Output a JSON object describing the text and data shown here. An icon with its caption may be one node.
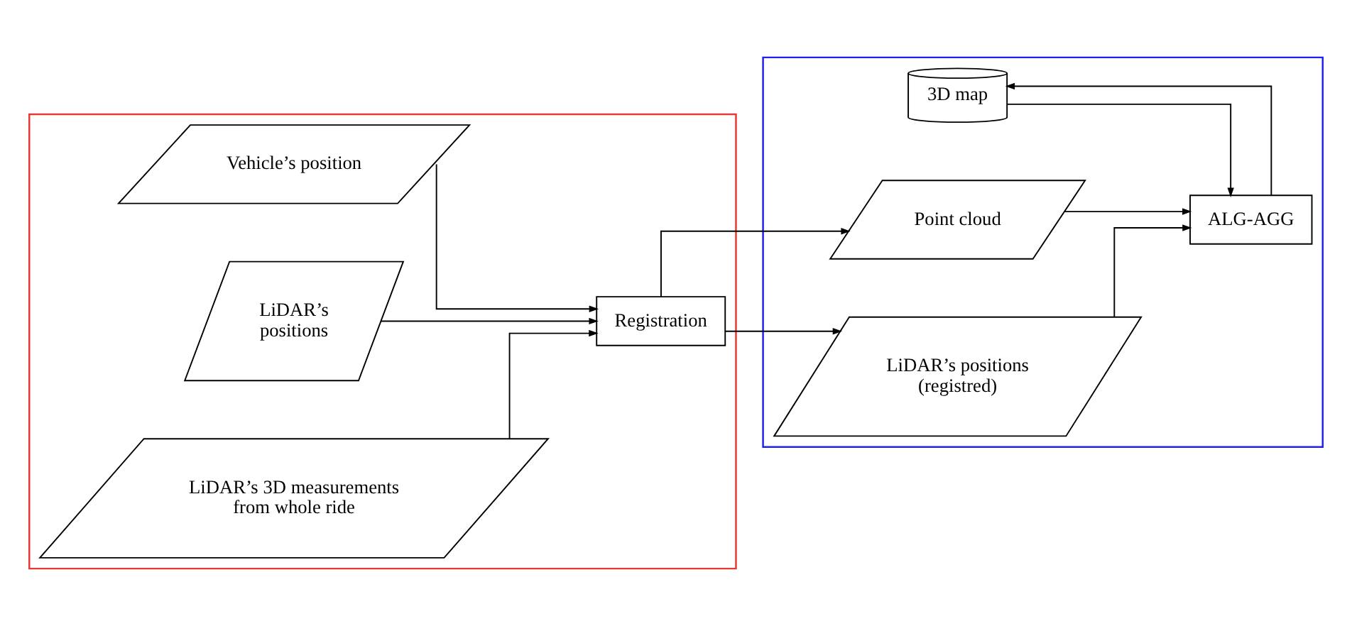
{
  "diagram": {
    "nodes": [
      {
        "text": [],
        "shape": "box"
      },
      {
        "text": [],
        "shape": "box"
      },
      {
        "text": [
          "Vehicle’s position"
        ],
        "in": 0
      },
      {
        "text": [
          "LiDAR’s positions"
        ],
        "in": 0
      },
      {
        "text": [
          "LiDAR’s 3D measurements from whole ride"
        ],
        "in": 0
      },
      {
        "text": [
          "Registration"
        ],
        "in": 0
      },
      {
        "text": [
          "3D map"
        ],
        "in": 1
      },
      {
        "text": [
          "Point cloud"
        ],
        "in": 1
      },
      {
        "text": [
          "ALG-AGG"
        ],
        "in": 1
      },
      {
        "text": [
          "LiDAR’s positions (registred)"
        ],
        "in": 1
      }
    ],
    "edges": [
      {
        "from": 2,
        "to": 5,
        "arrow": "to"
      },
      {
        "from": 3,
        "to": 5,
        "arrow": "to"
      },
      {
        "from": 4,
        "to": 5,
        "arrow": "to"
      },
      {
        "from": 5,
        "to": 7,
        "arrow": "to"
      },
      {
        "from": 5,
        "to": 9,
        "arrow": "to"
      },
      {
        "from": 7,
        "to": 8,
        "arrow": "to"
      },
      {
        "from": 9,
        "to": 8,
        "arrow": "to"
      },
      {
        "from": 6,
        "to": 8,
        "arrow": "to"
      },
      {
        "from": 8,
        "to": 6,
        "arrow": "to"
      }
    ]
  }
}
